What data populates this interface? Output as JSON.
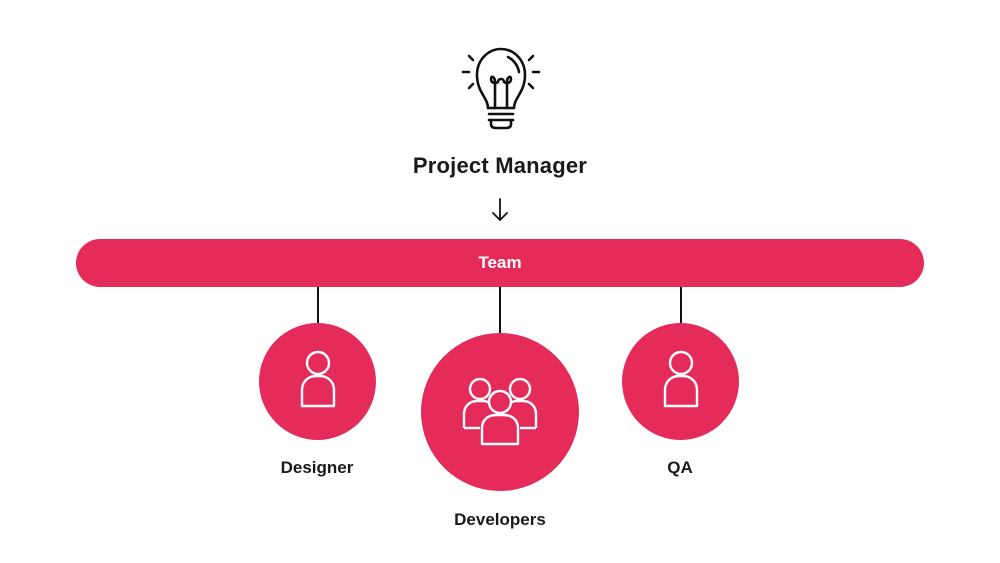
{
  "diagram": {
    "title": "Project Manager",
    "team_label": "Team",
    "roles": [
      {
        "label": "Designer",
        "icon": "person-icon"
      },
      {
        "label": "Developers",
        "icon": "group-icon"
      },
      {
        "label": "QA",
        "icon": "person-icon"
      }
    ],
    "icons": {
      "top": "lightbulb-icon",
      "flow": "arrow-down-icon"
    }
  },
  "colors": {
    "accent": "#e52b5a",
    "text": "#1a1a1a",
    "connector": "#111111",
    "background": "#ffffff"
  }
}
